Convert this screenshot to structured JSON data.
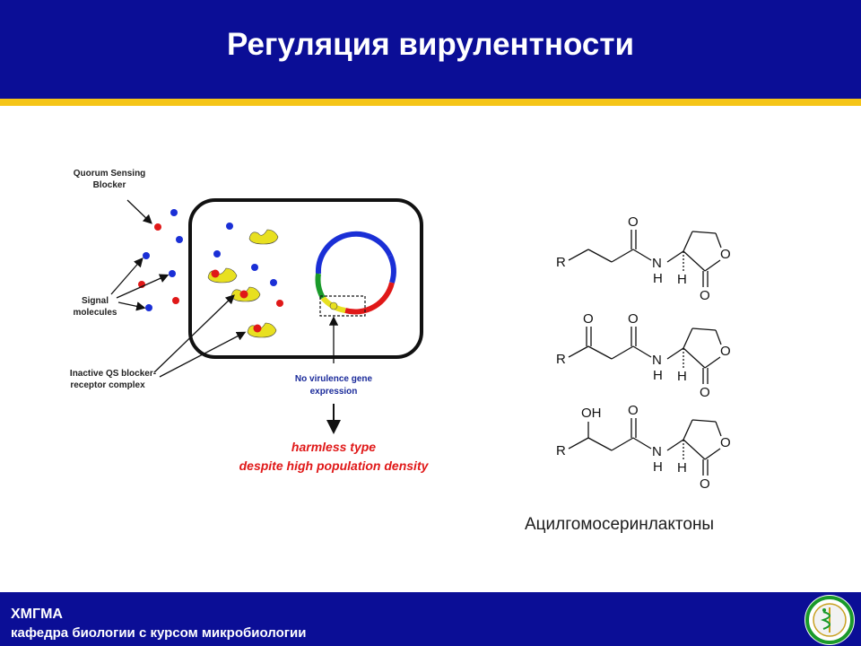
{
  "header": {
    "title": "Регуляция вирулентности"
  },
  "diagram": {
    "labels": {
      "qs_blocker_line1": "Quorum Sensing",
      "qs_blocker_line2": "Blocker",
      "signal_line1": "Signal",
      "signal_line2": "molecules",
      "complex_line1": "Inactive QS blocker-",
      "complex_line2": "receptor complex",
      "no_virulence_line1": "No virulence gene",
      "no_virulence_line2": "expression",
      "harmless_line1": "harmless type",
      "harmless_line2": "despite high population density"
    }
  },
  "chemistry": {
    "atoms": {
      "O": "O",
      "N": "N",
      "H": "H",
      "R": "R",
      "OH": "OH"
    },
    "caption": "Ацилгомосеринлактоны"
  },
  "footer": {
    "line1": "ХМГМА",
    "line2": "кафедра биологии с курсом микробиологии"
  },
  "colors": {
    "header_bg": "#0b0e96",
    "stripe": "#f5c518",
    "signal_blue": "#1a2fd6",
    "blocker_red": "#e01818",
    "receptor_yellow": "#e8e020",
    "plasmid_green": "#1a9a2a",
    "text_red": "#e01818",
    "text_blue": "#1a2a9a"
  }
}
